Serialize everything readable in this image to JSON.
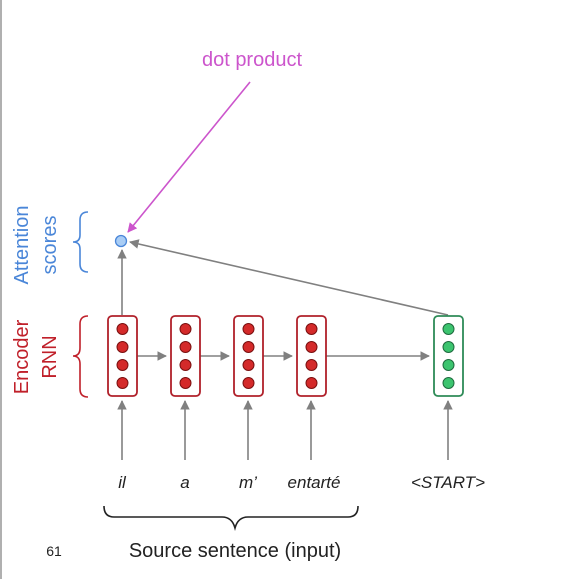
{
  "annotation": {
    "text": "dot product",
    "color": "#cc55cc"
  },
  "side_labels": {
    "attention": {
      "line1": "Attention",
      "line2": "scores",
      "color": "#4a86d8"
    },
    "encoder": {
      "line1": "Encoder",
      "line2": "RNN",
      "color": "#c0202a"
    }
  },
  "tokens": [
    "il",
    "a",
    "m’",
    "entarté",
    "<START>"
  ],
  "source_label": "Source sentence (input)",
  "slide_number": "61",
  "colors": {
    "encoder": "#b0202a",
    "encoder_fill": "#d42a2a",
    "decoder": "#2e8b57",
    "decoder_fill": "#3cc46f",
    "attention_dot": "#a9cdf5",
    "arrows": "#808080"
  }
}
